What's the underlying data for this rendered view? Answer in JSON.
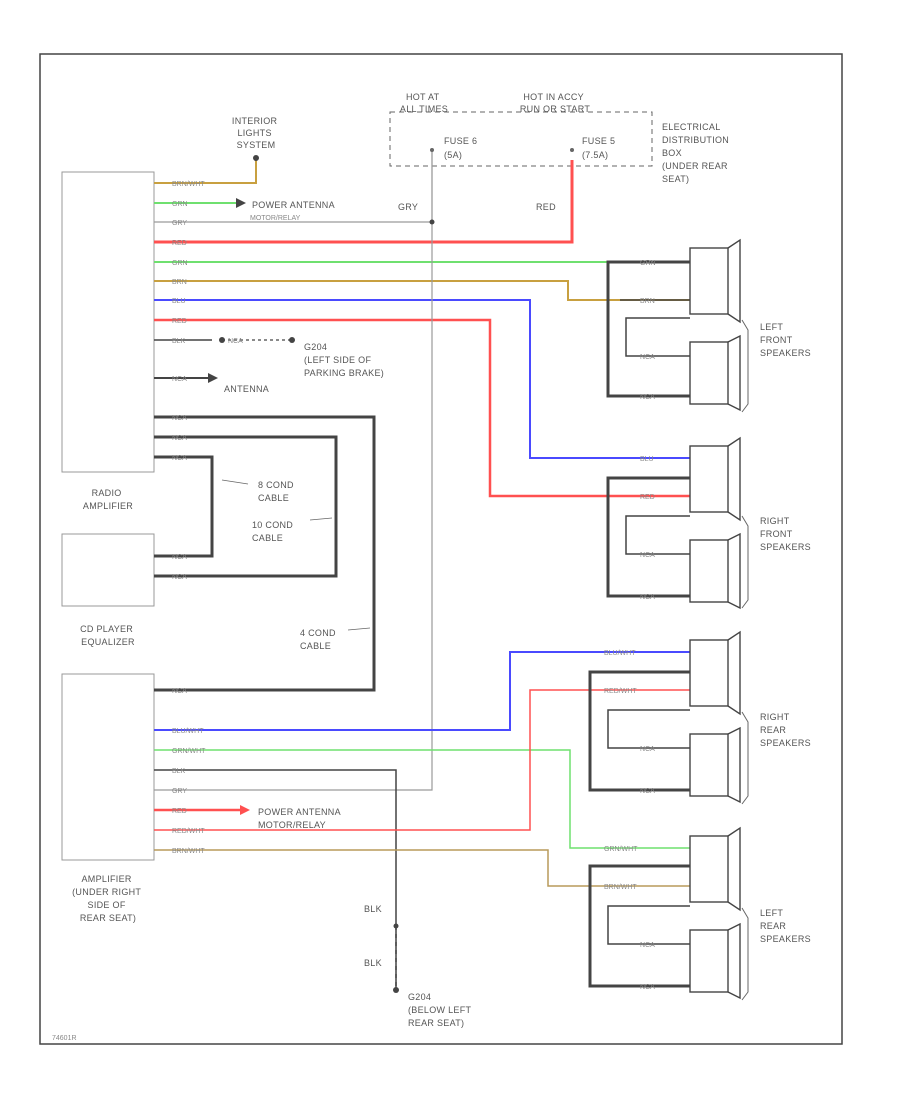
{
  "labels": {
    "interior": [
      "INTERIOR",
      "LIGHTS",
      "SYSTEM"
    ],
    "hot_at_all_times": [
      "HOT AT",
      "ALL TIMES"
    ],
    "hot_acc": [
      "HOT IN ACCY",
      "RUN OR START"
    ],
    "fuse_a": [
      "FUSE 6",
      "(5A)"
    ],
    "fuse_b": [
      "FUSE 5",
      "(7.5A)"
    ],
    "edb": [
      "ELECTRICAL",
      "DISTRIBUTION",
      "BOX",
      "(UNDER REAR",
      "SEAT)"
    ],
    "gry": "GRY",
    "red": "RED",
    "power_antenna_top": "POWER ANTENNA",
    "motor_relay_top": "MOTOR/RELAY",
    "g204_top": [
      "G204",
      "(LEFT SIDE OF",
      "PARKING BRAKE)"
    ],
    "antenna": "ANTENNA",
    "radio_amp": [
      "RADIO",
      "AMPLIFIER"
    ],
    "cable8": [
      "8 COND",
      "CABLE"
    ],
    "cable10": [
      "10 COND",
      "CABLE"
    ],
    "cable4": [
      "4 COND",
      "CABLE"
    ],
    "cd": [
      "CD PLAYER",
      "EQUALIZER"
    ],
    "amp_under": [
      "AMPLIFIER",
      "(UNDER RIGHT",
      "SIDE OF",
      "REAR SEAT)"
    ],
    "power_antenna_bot": [
      "POWER ANTENNA",
      "MOTOR/RELAY"
    ],
    "blk": "BLK",
    "g204_bot": [
      "G204",
      "(BELOW LEFT",
      "REAR SEAT)"
    ],
    "left_front": [
      "LEFT",
      "FRONT",
      "SPEAKERS"
    ],
    "right_front": [
      "RIGHT",
      "FRONT",
      "SPEAKERS"
    ],
    "right_rear": [
      "RIGHT",
      "REAR",
      "SPEAKERS"
    ],
    "left_rear": [
      "LEFT",
      "REAR",
      "SPEAKERS"
    ],
    "code": "74601R"
  },
  "wire_labels": {
    "brn_wht": "BRN/WHT",
    "grn": "GRN",
    "gry": "GRY",
    "red": "RED",
    "brn": "BRN",
    "blu": "BLU",
    "blk": "BLK",
    "nca": "NCA",
    "blu_wht": "BLU/WHT",
    "red_wht": "RED/WHT",
    "grn_wht": "GRN/WHT"
  },
  "colors": {
    "red": "#ff5050",
    "green": "#6fe06f",
    "blue": "#4a4aff",
    "tan": "#c8a040",
    "brown_tan": "#b89a5a",
    "gray": "#9a9a9a",
    "black": "#444444"
  }
}
